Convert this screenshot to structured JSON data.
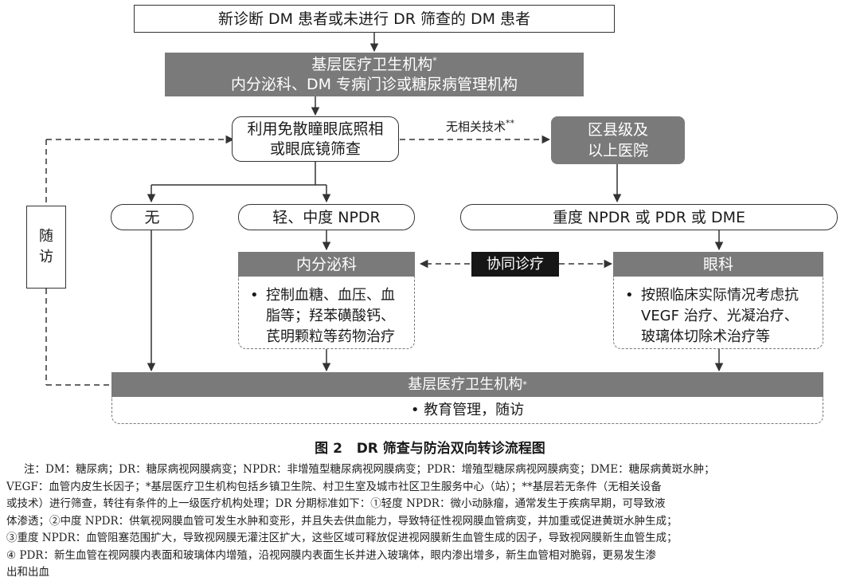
{
  "diagram": {
    "top_box": "新诊断 DM 患者或未进行 DR 筛查的 DM 患者",
    "primary_box": {
      "line1": "基层医疗卫生机构",
      "line1_mark": "*",
      "line2": "内分泌科、DM 专病门诊或糖尿病管理机构"
    },
    "screening_box": {
      "line1": "利用免散瞳眼底照相",
      "line2": "或眼底镜筛查"
    },
    "no_tech_label": "无相关技术",
    "no_tech_mark": "**",
    "county_box": {
      "line1": "区县级及",
      "line2": "以上医院"
    },
    "follow_up": {
      "char1": "随",
      "char2": "访"
    },
    "result_none": "无",
    "result_mild": "轻、中度 NPDR",
    "result_severe": "重度 NPDR 或 PDR 或 DME",
    "endocrine": {
      "title": "内分泌科",
      "bullet": "•",
      "line1": "控制血糖、血压、血",
      "line2": "脂等；羟苯磺酸钙、",
      "line3": "芪明颗粒等药物治疗"
    },
    "collab": "协同诊疗",
    "ophthalmology": {
      "title": "眼科",
      "bullet": "•",
      "line1": "按照临床实际情况考虑抗",
      "line2": "VEGF 治疗、光凝治疗、",
      "line3": "玻璃体切除术治疗等"
    },
    "bottom_box": {
      "title": "基层医疗卫生机构",
      "title_mark": "*",
      "content": "•  教育管理，随访"
    }
  },
  "caption": {
    "label": "图 2",
    "title": "DR 筛查与防治双向转诊流程图"
  },
  "notes": {
    "line1": "注：DM：糖尿病；DR：糖尿病视网膜病变；NPDR：非增殖型糖尿病视网膜病变；PDR：增殖型糖尿病视网膜病变；DME：糖尿病黄斑水肿；",
    "line2": "VEGF：血管内皮生长因子；*基层医疗卫生机构包括乡镇卫生院、村卫生室及城市社区卫生服务中心（站）；**基层若无条件（无相关设备",
    "line3": "或技术）进行筛查，转往有条件的上一级医疗机构处理；DR 分期标准如下：①轻度 NPDR：微小动脉瘤，通常发生于疾病早期，可导致液",
    "line4": "体渗透；②中度 NPDR：供氧视网膜血管可发生水肿和变形，并且失去供血能力，导致特征性视网膜血管病变，并加重或促进黄斑水肿生成；",
    "line5": "③重度 NPDR：血管阻塞范围扩大，导致视网膜无灌注区扩大，这些区域可释放促进视网膜新生血管生成的因子，导致视网膜新生血管生成；",
    "line6": "④ PDR：新生血管在视网膜内表面和玻璃体内增殖，沿视网膜内表面生长并进入玻璃体，眼内渗出增多，新生血管相对脆弱，更易发生渗",
    "line7": "出和出血"
  }
}
